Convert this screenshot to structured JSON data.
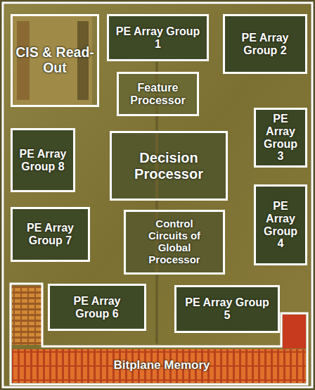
{
  "diagram": {
    "nodes": [
      {
        "text": [
          "CIS & Read-Out"
        ]
      },
      {
        "text": [
          "PE Array Group 1"
        ]
      },
      {
        "text": [
          "PE Array Group 2"
        ]
      },
      {
        "text": [
          "Feature Processor"
        ]
      },
      {
        "text": [
          "PE Array Group 3"
        ]
      },
      {
        "text": [
          "PE Array Group 8"
        ]
      },
      {
        "text": [
          "Decision Processor"
        ]
      },
      {
        "text": [
          "PE Array Group 7"
        ]
      },
      {
        "text": [
          "PE Array Group 4"
        ]
      },
      {
        "text": [
          "Control Circuits of Global Processor"
        ]
      },
      {
        "text": [
          "PE Array Group 6"
        ]
      },
      {
        "text": [
          "PE Array Group 5"
        ]
      },
      {
        "text": [
          "Bitplane Memory"
        ]
      }
    ]
  }
}
